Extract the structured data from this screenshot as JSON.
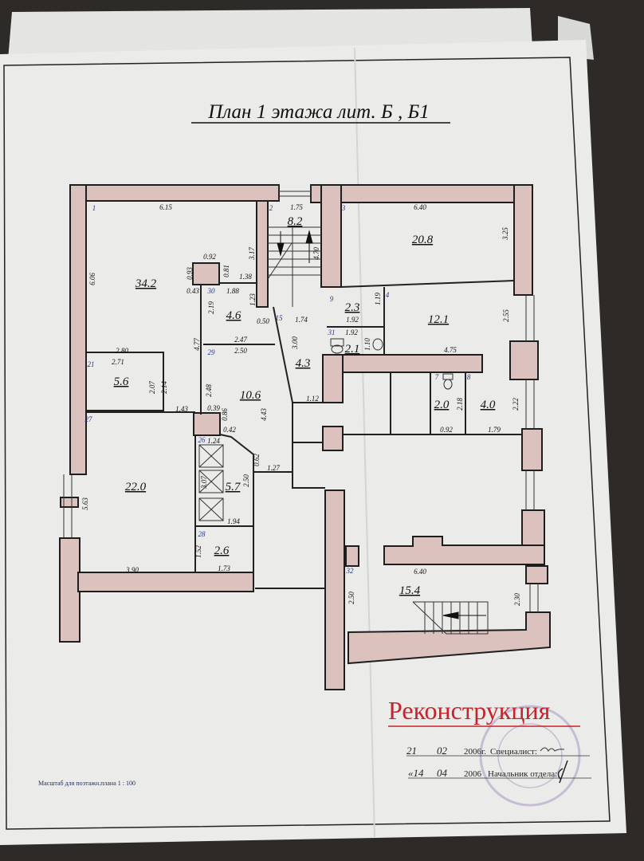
{
  "document": {
    "title": "План 1 этажа лит. Б , Б1",
    "stamp_title": "Реконструкция",
    "signature_line_1": {
      "day": "21",
      "month": "02",
      "year": "2006г.",
      "role": "Специалист:"
    },
    "signature_line_2": {
      "day": "«14",
      "month": "04",
      "year": "2006",
      "role": "Начальник отдела:"
    },
    "scale_note": "Масштаб для поэтажн.плана 1 : 100",
    "colors": {
      "wall_fill": "#dcc2be",
      "stamp_red": "#c8222a",
      "seal_purple": "#8a6fa8"
    }
  },
  "plan": {
    "room_areas": [
      "34.2",
      "8.2",
      "20.8",
      "4.6",
      "2.3",
      "12.1",
      "2.1",
      "4.3",
      "5.6",
      "10.6",
      "2.0",
      "4.0",
      "22.0",
      "5.7",
      "2.6",
      "15.4"
    ],
    "room_numbers": [
      "1",
      "2",
      "3",
      "30",
      "15",
      "9",
      "4",
      "31",
      "29",
      "21",
      "27",
      "26",
      "28",
      "7",
      "8",
      "32"
    ],
    "dimensions": [
      "6.15",
      "3.17",
      "6.06",
      "0.92",
      "0.93",
      "0.81",
      "1.38",
      "0.43",
      "1.88",
      "1.23",
      "2.19",
      "1.75",
      "4.70",
      "0.50",
      "1.74",
      "3.00",
      "2.47",
      "2.50",
      "4.77",
      "2.80",
      "2.71",
      "2.07",
      "2.14",
      "2.48",
      "1.43",
      "0.39",
      "0.86",
      "4.43",
      "1.12",
      "0.42",
      "1.24",
      "0.62",
      "1.27",
      "3.07",
      "2.50",
      "1.94",
      "5.63",
      "1.52",
      "1.73",
      "3.90",
      "6.40",
      "3.25",
      "1.19",
      "1.92",
      "1.92",
      "1.10",
      "2.55",
      "4.75",
      "2.18",
      "2.22",
      "0.92",
      "1.79",
      "6.40",
      "2.50",
      "2.30"
    ]
  }
}
